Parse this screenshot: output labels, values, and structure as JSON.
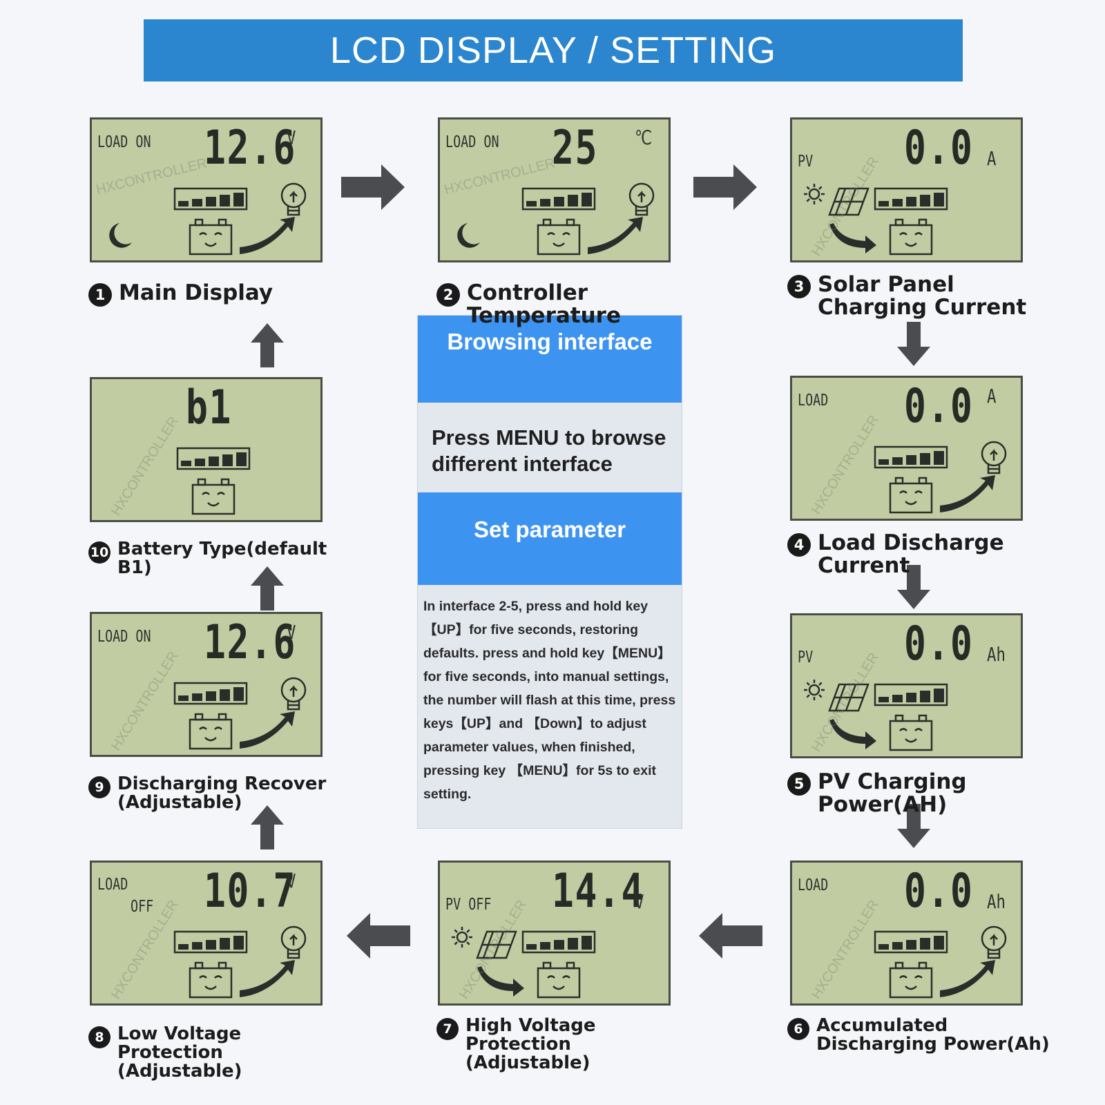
{
  "title": "LCD DISPLAY / SETTING",
  "watermark": "HXCONTROLLER",
  "center": {
    "browse_heading": "Browsing interface",
    "browse_text": "Press MENU to browse different interface",
    "set_heading": "Set parameter",
    "set_text": "In interface 2-5, press and hold key 【UP】for five seconds, restoring defaults. press and hold key【MENU】for five seconds, into manual settings, the number will flash at this time, press keys【UP】and 【Down】to adjust parameter values, when finished, pressing key 【MENU】for 5s to exit setting."
  },
  "screens": [
    {
      "num": "1",
      "caption": "Main Display",
      "status": "LOAD ON",
      "value": "12.6",
      "unit": "V"
    },
    {
      "num": "2",
      "caption": "Controller Temperature",
      "status": "LOAD ON",
      "value": "25",
      "unit": "℃"
    },
    {
      "num": "3",
      "caption": "Solar Panel Charging Current",
      "status": "PV",
      "value": "0.0",
      "unit": "A"
    },
    {
      "num": "4",
      "caption": "Load Discharge Current",
      "status": "LOAD",
      "value": "0.0",
      "unit": "A"
    },
    {
      "num": "5",
      "caption": "PV Charging Power(AH)",
      "status": "PV",
      "value": "0.0",
      "unit": "Ah"
    },
    {
      "num": "6",
      "caption": "Accumulated Discharging Power(Ah)",
      "status": "LOAD",
      "value": "0.0",
      "unit": "Ah"
    },
    {
      "num": "7",
      "caption": "High Voltage Protection (Adjustable)",
      "status": "PV OFF",
      "value": "14.4",
      "unit": "V"
    },
    {
      "num": "8",
      "caption": "Low Voltage Protection (Adjustable)",
      "status": "LOAD OFF",
      "value": "10.7",
      "unit": "V"
    },
    {
      "num": "9",
      "caption": "Discharging Recover (Adjustable)",
      "status": "LOAD ON",
      "value": "12.6",
      "unit": "V"
    },
    {
      "num": "10",
      "caption": "Battery Type(default B1)",
      "status": "",
      "value": "b1",
      "unit": ""
    }
  ]
}
